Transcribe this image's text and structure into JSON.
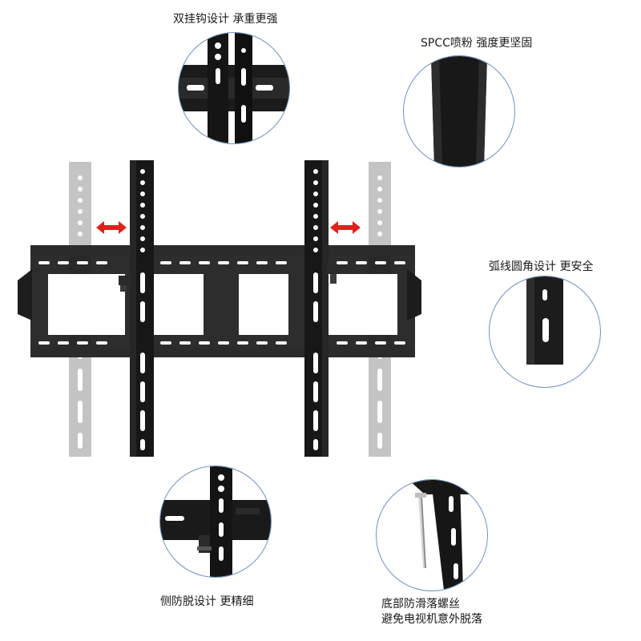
{
  "features": {
    "double_hook": "双挂钩设计 承重更强",
    "spcc": "SPCC喷粉 强度更坚固",
    "rounded": "弧线圆角设计 更安全",
    "side_guard": "侧防脱设计 更精细",
    "screw_line1": "底部防滑落螺丝",
    "screw_line2": "避免电视机意外脱落"
  },
  "colors": {
    "metal": "#1b1b1b",
    "ghost": "#c4c4c4",
    "arrow": "#e0201c",
    "ring": "#6f93c4"
  }
}
